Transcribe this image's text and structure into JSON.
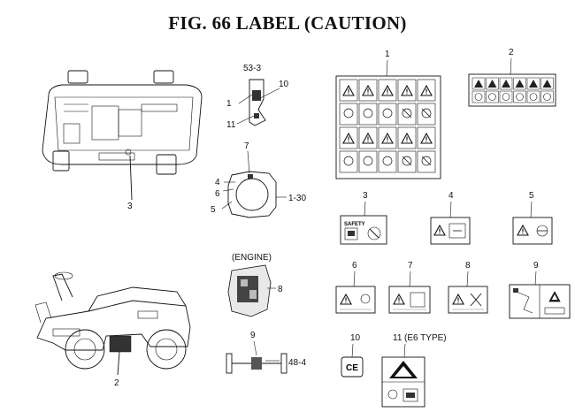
{
  "figure": {
    "title": "FIG. 66  LABEL (CAUTION)",
    "section_label": "(ENGINE)"
  },
  "callouts": {
    "c3_machine": "3",
    "c53_3": "53-3",
    "c1_small": "1",
    "c10_small": "10",
    "c11_small": "11",
    "c7_ring": "7",
    "c4_ring": "4",
    "c6_ring": "6",
    "c5_ring": "5",
    "c1_30": "1-30",
    "c8_engine": "8",
    "c9_axle": "9",
    "c48_4": "48-4",
    "c2_side": "2"
  },
  "labels": [
    {
      "num": "1"
    },
    {
      "num": "2"
    },
    {
      "num": "3"
    },
    {
      "num": "4"
    },
    {
      "num": "5"
    },
    {
      "num": "6"
    },
    {
      "num": "7"
    },
    {
      "num": "8"
    },
    {
      "num": "9"
    },
    {
      "num": "10",
      "text": "CE"
    },
    {
      "num": "11",
      "suffix": "(E6 TYPE)"
    }
  ],
  "label3_text": "SAFETY"
}
